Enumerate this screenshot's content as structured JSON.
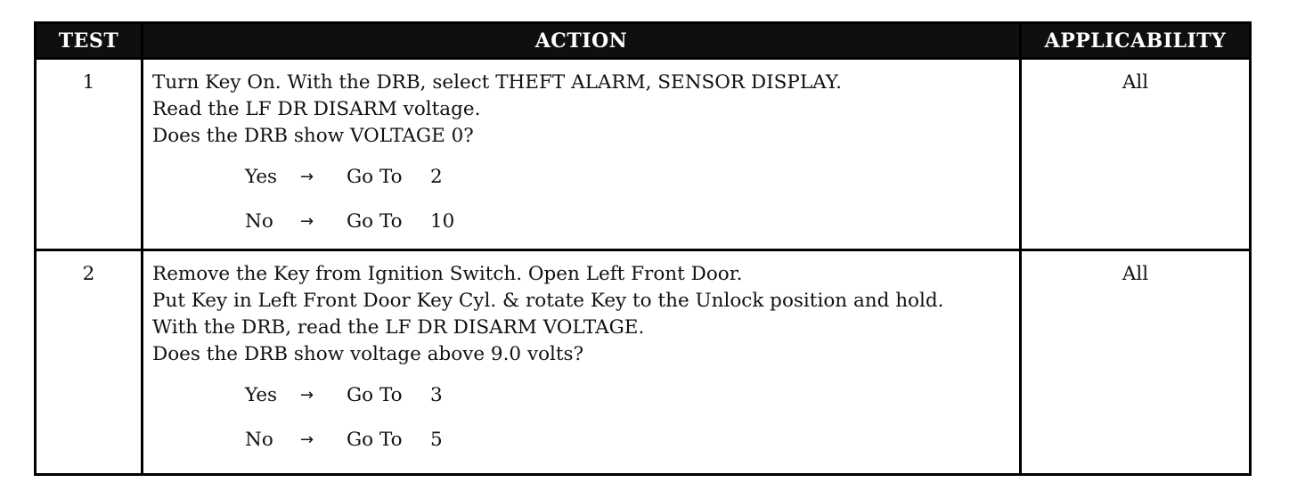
{
  "table": {
    "headers": {
      "test": "TEST",
      "action": "ACTION",
      "applicability": "APPLICABILITY"
    },
    "rows": [
      {
        "test": "1",
        "lines": [
          "Turn Key On. With the DRB, select THEFT ALARM, SENSOR DISPLAY.",
          "Read the LF DR DISARM voltage.",
          "Does the DRB show VOLTAGE 0?"
        ],
        "branches": [
          {
            "answer": "Yes",
            "arrow": "→",
            "goto": "Go To",
            "target": "2"
          },
          {
            "answer": "No",
            "arrow": "→",
            "goto": "Go To",
            "target": "10"
          }
        ],
        "applicability": "All"
      },
      {
        "test": "2",
        "lines": [
          "Remove the Key from Ignition Switch. Open Left Front Door.",
          "Put Key in Left Front Door Key Cyl. & rotate Key to the Unlock position and hold.",
          "With the DRB, read the LF DR DISARM VOLTAGE.",
          "Does the DRB show voltage above 9.0 volts?"
        ],
        "branches": [
          {
            "answer": "Yes",
            "arrow": "→",
            "goto": "Go To",
            "target": "3"
          },
          {
            "answer": "No",
            "arrow": "→",
            "goto": "Go To",
            "target": "5"
          }
        ],
        "applicability": "All"
      }
    ]
  },
  "colors": {
    "header_bg": "#0f0f0f",
    "header_text": "#ffffff",
    "border": "#000000",
    "body_text": "#111111"
  }
}
